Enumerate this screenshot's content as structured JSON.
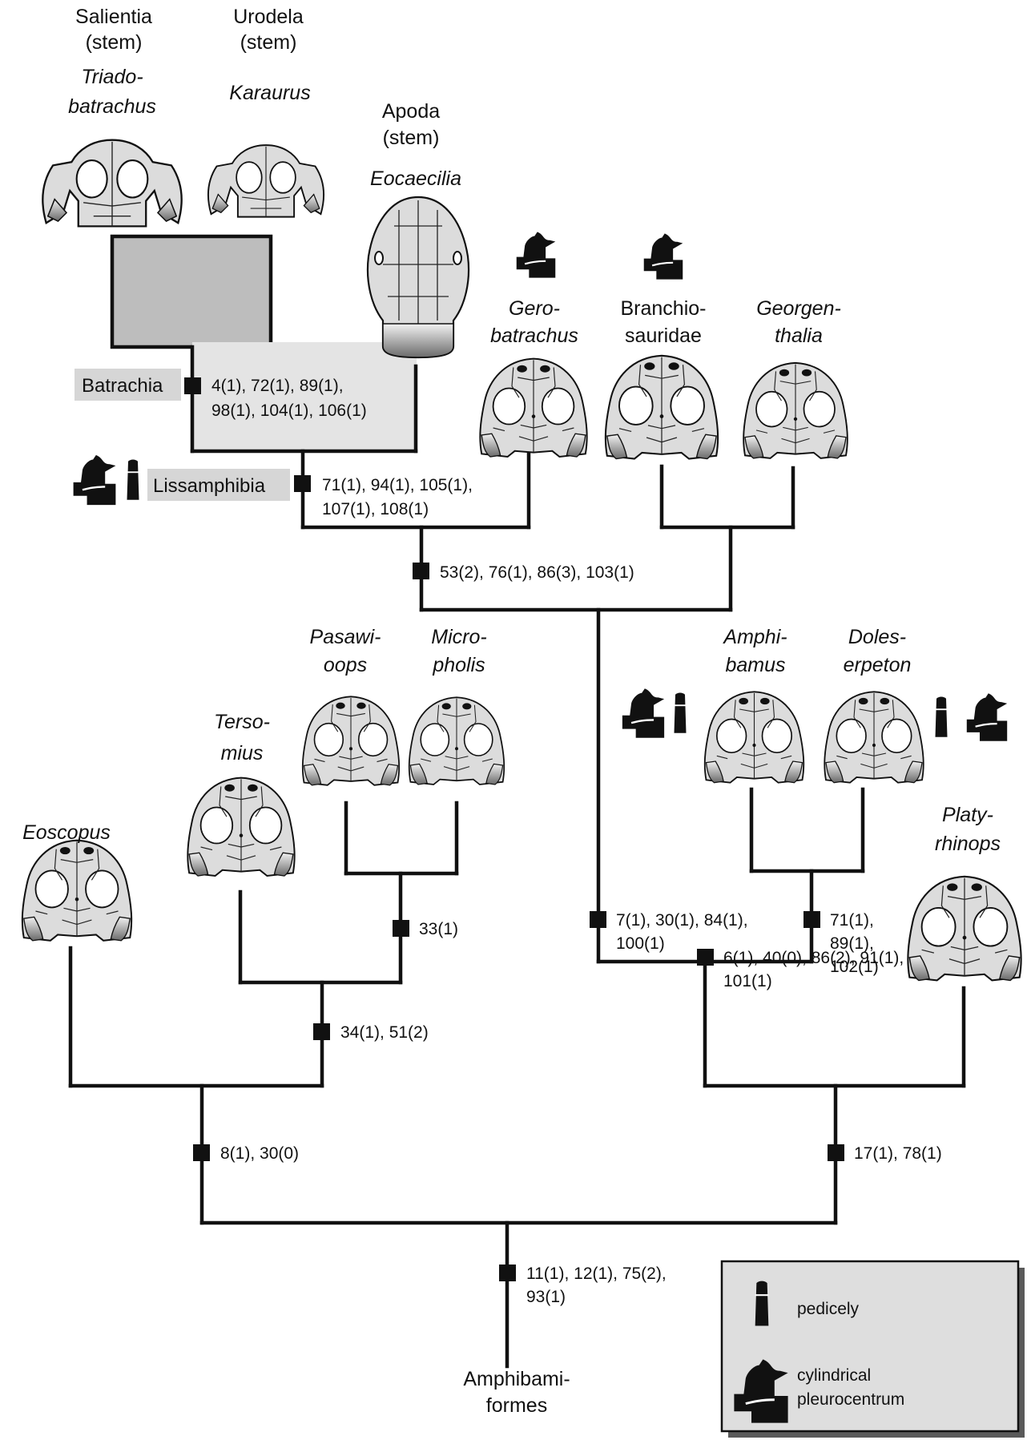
{
  "taxa": {
    "salientia": {
      "line1": "Salientia",
      "line2": "(stem)"
    },
    "urodela": {
      "line1": "Urodela",
      "line2": "(stem)"
    },
    "apoda": {
      "line1": "Apoda",
      "line2": "(stem)"
    },
    "triadobatrachus": {
      "line1": "Triado-",
      "line2": "batrachus"
    },
    "karaurus": {
      "line1": "Karaurus"
    },
    "eocaecilia": {
      "line1": "Eocaecilia"
    },
    "gerobatrachus": {
      "line1": "Gero-",
      "line2": "batrachus"
    },
    "branchiosauridae": {
      "line1": "Branchio-",
      "line2": "sauridae"
    },
    "georgenthalia": {
      "line1": "Georgen-",
      "line2": "thalia"
    },
    "pasawioops": {
      "line1": "Pasawi-",
      "line2": "oops"
    },
    "micropholis": {
      "line1": "Micro-",
      "line2": "pholis"
    },
    "tersomius": {
      "line1": "Terso-",
      "line2": "mius"
    },
    "eoscopus": {
      "line1": "Eoscopus"
    },
    "amphibamus": {
      "line1": "Amphi-",
      "line2": "bamus"
    },
    "doleserpeton": {
      "line1": "Doles-",
      "line2": "erpeton"
    },
    "platyrhinops": {
      "line1": "Platy-",
      "line2": "rhinops"
    },
    "amphibamiformes": {
      "line1": "Amphibami-",
      "line2": "formes"
    }
  },
  "clades": {
    "batrachia": "Batrachia",
    "lissamphibia": "Lissamphibia"
  },
  "synapomorphies": {
    "batrachia": {
      "line1": "4(1), 72(1), 89(1),",
      "line2": "98(1), 104(1), 106(1)"
    },
    "lissamphibia": {
      "line1": "71(1), 94(1), 105(1),",
      "line2": "107(1), 108(1)"
    },
    "node_53": {
      "line1": "53(2), 76(1), 86(3), 103(1)"
    },
    "node_33": {
      "line1": "33(1)"
    },
    "node_34": {
      "line1": "34(1), 51(2)"
    },
    "node_8": {
      "line1": "8(1), 30(0)"
    },
    "node_7": {
      "line1": "7(1), 30(1), 84(1),",
      "line2": "100(1)"
    },
    "node_71b": {
      "line1": "71(1),",
      "line2": "89(1),",
      "line3": "102(1)"
    },
    "node_6": {
      "line1": "6(1), 40(0), 86(2), 91(1),",
      "line2": "101(1)"
    },
    "node_17": {
      "line1": "17(1), 78(1)"
    },
    "root": {
      "line1": "11(1), 12(1), 75(2),",
      "line2": "93(1)"
    }
  },
  "legend": {
    "pedicely": "pedicely",
    "cylindrical_line1": "cylindrical",
    "cylindrical_line2": "pleurocentrum"
  },
  "colors": {
    "node_marker": "#111111",
    "batrachia_box": "#bdbdbd",
    "lissamphibia_box": "#e4e4e4",
    "clade_tag_bg": "#d6d6d6",
    "legend_bg": "#dedede",
    "skull_fill": "#dcdcdc"
  },
  "icons": [
    "pedicely-icon",
    "cylindrical-pleurocentrum-icon",
    "skull-illustration"
  ]
}
